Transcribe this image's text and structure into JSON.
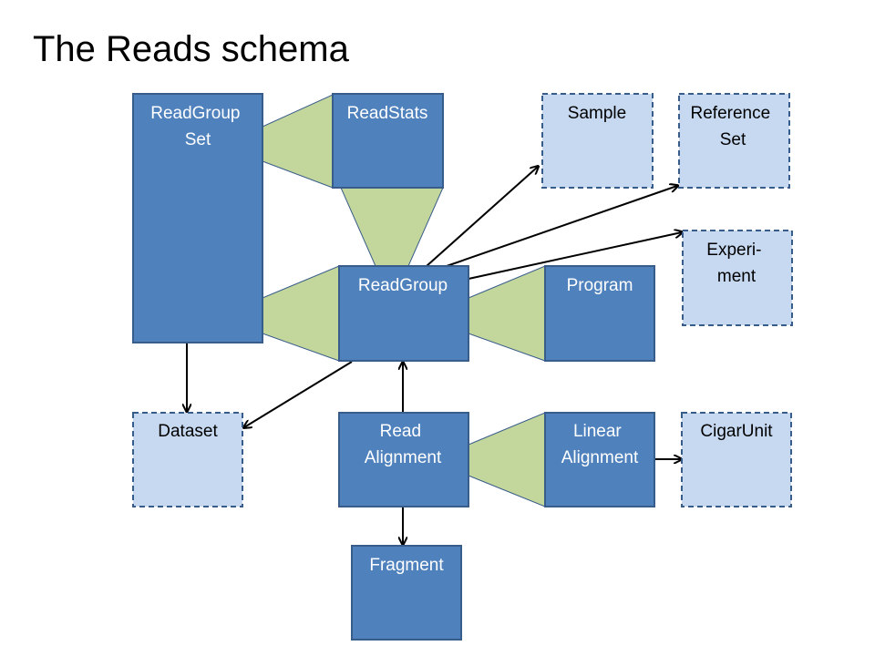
{
  "title": "The Reads schema",
  "colors": {
    "entity_fill": "#4f81bd",
    "entity_stroke": "#385d8a",
    "external_fill": "#c6d9f1",
    "external_stroke": "#385d8a",
    "connector_fill": "#c3d69b",
    "arrow": "#000000",
    "label_dark": "#ffffff",
    "label_light": "#000000"
  },
  "entities": {
    "readgroupset": {
      "lines": [
        "ReadGroup",
        "Set"
      ]
    },
    "readstats": {
      "lines": [
        "ReadStats"
      ]
    },
    "readgroup": {
      "lines": [
        "ReadGroup"
      ]
    },
    "program": {
      "lines": [
        "Program"
      ]
    },
    "readalignment": {
      "lines": [
        "Read",
        "Alignment"
      ]
    },
    "linearalignment": {
      "lines": [
        "Linear",
        "Alignment"
      ]
    },
    "fragment": {
      "lines": [
        "Fragment"
      ]
    }
  },
  "external": {
    "sample": {
      "lines": [
        "Sample"
      ]
    },
    "referenceset": {
      "lines": [
        "Reference",
        "Set"
      ]
    },
    "experiment": {
      "lines": [
        "Experi-",
        "ment"
      ]
    },
    "dataset": {
      "lines": [
        "Dataset"
      ]
    },
    "cigarunit": {
      "lines": [
        "CigarUnit"
      ]
    }
  }
}
